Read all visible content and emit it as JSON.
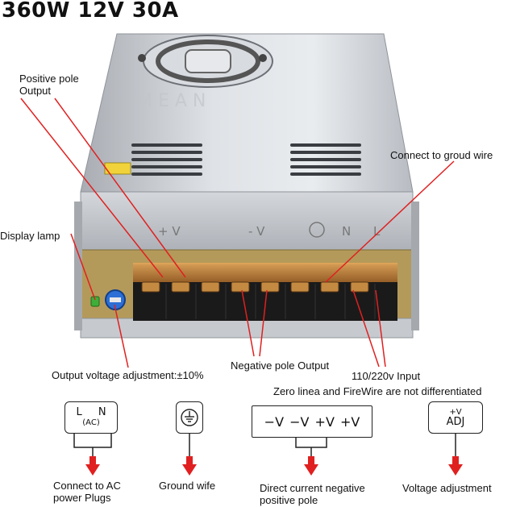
{
  "title": "360W 12V 30A",
  "callouts": {
    "positive_pole_output": "Positive pole\nOutput",
    "connect_ground_wire": "Connect to groud wire",
    "display_lamp": "Display lamp",
    "output_voltage_adjustment": "Output voltage adjustment:±10%",
    "negative_pole_output": "Negative pole Output",
    "input_110_220": "110/220v Input",
    "zero_line_note": "Zero linea and FireWire are not differentiated"
  },
  "device_labels": {
    "plus_v": "+V",
    "minus_v": "-V",
    "n": "N",
    "l": "L"
  },
  "symbols": {
    "ac": {
      "ln": "L   N",
      "ac": "(AC)"
    },
    "dc": "−V  −V  +V  +V",
    "adj": {
      "v": "+V",
      "adj": "ADJ"
    }
  },
  "bottom_labels": {
    "ac_plugs": "Connect to AC\npower Plugs",
    "ground_wife": "Ground wife",
    "dc_neg_pos": "Direct current negative\npositive pole",
    "voltage_adjustment": "Voltage adjustment"
  },
  "colors": {
    "arrow_red": "#e02020",
    "casing_silver": "#c9cdd2",
    "terminal_brass": "#c8893a"
  }
}
